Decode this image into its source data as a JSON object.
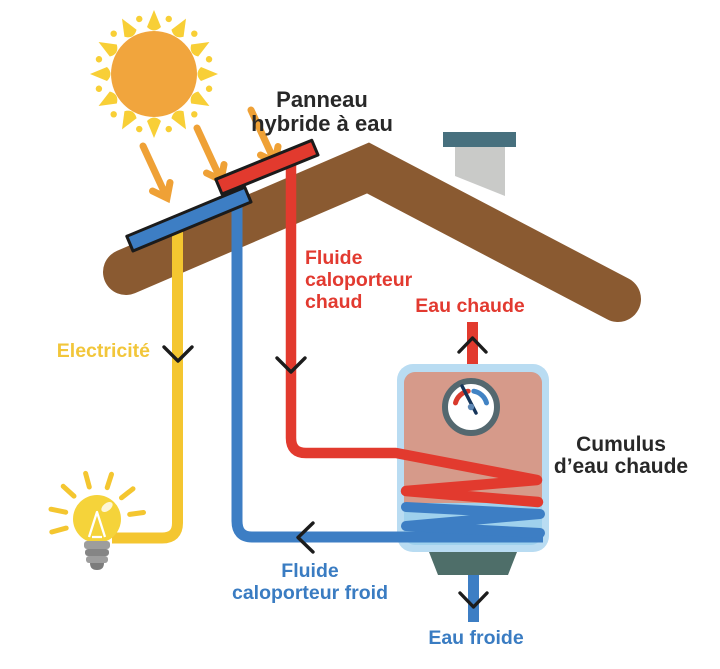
{
  "diagram": {
    "labels": {
      "panel_title": {
        "line1": "Panneau",
        "line2": "hybride à eau"
      },
      "hot_fluid": {
        "line1": "Fluide",
        "line2": "caloporteur",
        "line3": "chaud"
      },
      "hot_water": "Eau chaude",
      "tank_title": {
        "line1": "Cumulus",
        "line2": "d’eau chaude"
      },
      "electricity": "Electricité",
      "cold_fluid": {
        "line1": "Fluide",
        "line2": "caloporteur froid"
      },
      "cold_water": "Eau froide"
    },
    "colors": {
      "hot_red": "#e23a2e",
      "cold_blue": "#3d7ec4",
      "electricity_yellow": "#f4c630",
      "roof_brown": "#8a5a31",
      "sun_orange": "#f1a53d",
      "ray_yellow": "#f8cf36",
      "arrow_orange": "#efa136",
      "tank_shell": "#b9dcf2",
      "tank_interior_salmon": "#d69a8a",
      "tank_water": "#9fd1ed",
      "base_teal": "#4e6e69",
      "chimney_gray": "#c9cac8",
      "chimney_cap_slate": "#47707e",
      "flow_arrow_black": "#1c1c1c",
      "text_dark": "#282828"
    },
    "icons": {
      "sun": "sun-icon",
      "light_bulb": "light-bulb-icon",
      "temperature_gauge": "gauge-icon",
      "flow_chevron": "flow-arrow-icon"
    }
  }
}
